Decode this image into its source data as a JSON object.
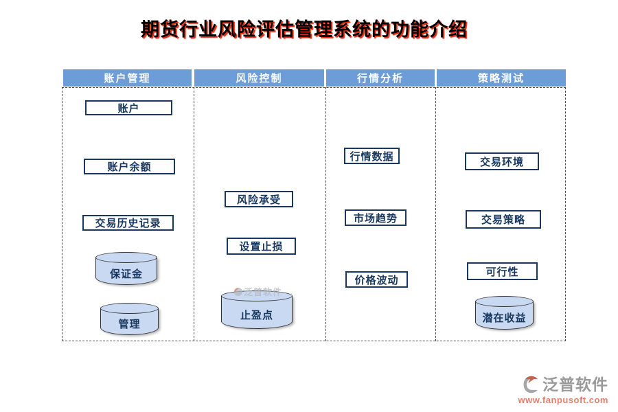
{
  "title": "期货行业风险评估管理系统的功能介绍",
  "columns": [
    {
      "header": "账户管理",
      "items": [
        "账户",
        "账户余额",
        "交易历史记录",
        "保证金",
        "管理"
      ]
    },
    {
      "header": "风险控制",
      "items": [
        "风险承受",
        "设置止损",
        "止盈点"
      ]
    },
    {
      "header": "行情分析",
      "items": [
        "行情数据",
        "市场趋势",
        "价格波动"
      ]
    },
    {
      "header": "策略测试",
      "items": [
        "交易环境",
        "交易策略",
        "可行性",
        "潜在收益"
      ]
    }
  ],
  "watermark": {
    "text": "泛普软件"
  },
  "footer": {
    "brand": "泛普软件",
    "url": "www.fanpusoft.com"
  },
  "colors": {
    "header_bg": "#6D9DD9",
    "node_border": "#17375E",
    "node_text": "#17375E",
    "cylinder_fill": "#C9D9F2",
    "title_text": "#000000",
    "title_shadow": "#E8280C",
    "footer_brand": "#9A9A9A",
    "footer_url": "#E2806C"
  }
}
